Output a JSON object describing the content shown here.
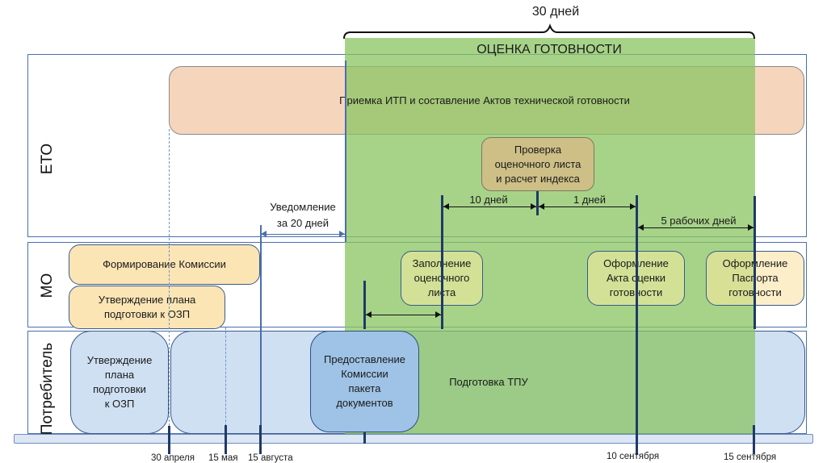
{
  "header": {
    "duration_label": "30 дней",
    "zone_title": "ОЦЕНКА ГОТОВНОСТИ"
  },
  "lanes": [
    {
      "id": "eto",
      "label": "ЕТО"
    },
    {
      "id": "mo",
      "label": "МО"
    },
    {
      "id": "consumer",
      "label": "Потребитель"
    }
  ],
  "eto": {
    "acceptance_bar": "Приемка ИТП и составление Актов технической готовности",
    "check_box": "Проверка\nоценочного листа\nи расчет индекса",
    "notice_label": "Уведомление\nза 20 дней",
    "interval_10": "10 дней",
    "interval_1": "1 дней",
    "interval_5": "5 рабочих дней"
  },
  "mo": {
    "commission": "Формирование Комиссии",
    "plan_approval": "Утверждение плана\nподготовки к ОЗП",
    "fill_sheet": "Заполнение\nоценочного\nлиста",
    "act": "Оформление\nАкта оценки\nготовности",
    "passport": "Оформление\nПаспорта\nготовности"
  },
  "consumer": {
    "plan_approval": "Утверждение\nплана\nподготовки\nк ОЗП",
    "documents": "Предоставление\nКомиссии\nпакета\nдокументов",
    "tpu_prep": "Подготовка ТПУ"
  },
  "timeline": {
    "dates": [
      "30 апреля",
      "15 мая",
      "15 августа",
      "10 сентября",
      "15 сентября"
    ]
  },
  "colors": {
    "lane_border": "#4a6fae",
    "green_zone": "#a8d08d",
    "peach": "#f6d5bd",
    "yellow": "#fbe5b5",
    "blue_light": "#cfe0f3",
    "blue_mid": "#9fc3e6",
    "marker": "#1f3a66"
  }
}
